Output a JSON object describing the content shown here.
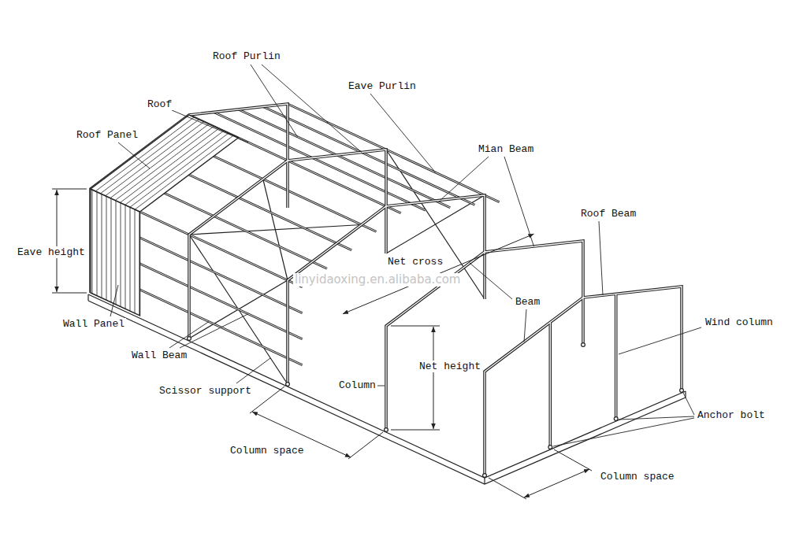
{
  "diagram": {
    "labels": [
      "Roof Purlin",
      "Eave Purlin",
      "Roof",
      "Roof Panel",
      "Mian Beam",
      "Roof Beam",
      "Eave height",
      "Net cross",
      "linyidaoxing.en.alibaba.com",
      "Beam",
      "Wind column",
      "Wall Panel",
      "Net height",
      "Wall Beam",
      "Column",
      "Anchor bolt",
      "Scissor support",
      "Column space",
      "Column space"
    ]
  }
}
